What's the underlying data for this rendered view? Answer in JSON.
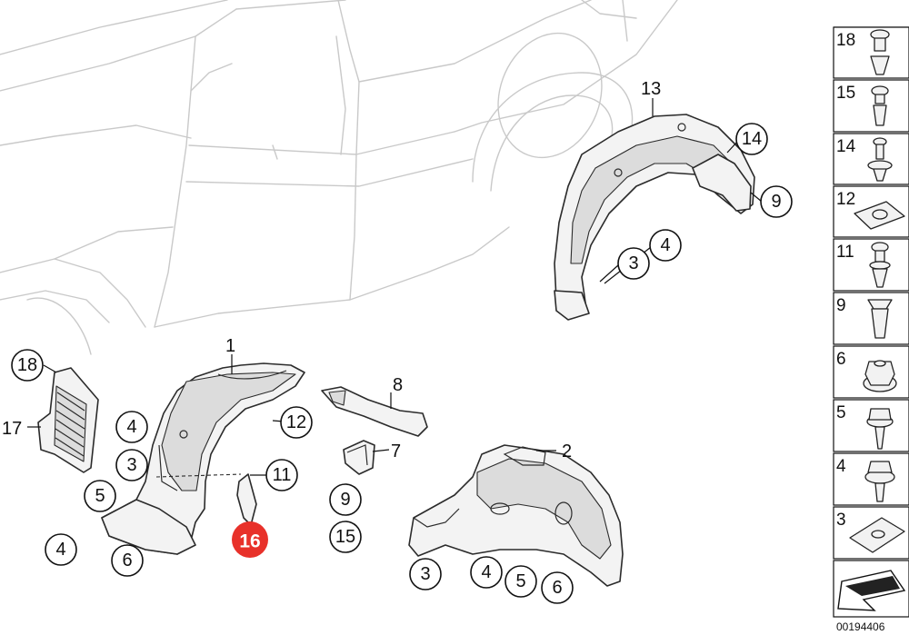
{
  "diagram": {
    "callouts": {
      "c18_left": "18",
      "c17": "17",
      "c4_a": "4",
      "c3_a": "3",
      "c5_a": "5",
      "c6_a": "6",
      "c4_b": "4",
      "c1": "1",
      "c12": "12",
      "c11": "11",
      "c16": "16",
      "c8": "8",
      "c7": "7",
      "c9_a": "9",
      "c15": "15",
      "c2": "2",
      "c3_b": "3",
      "c4_c": "4",
      "c5_b": "5",
      "c6_b": "6",
      "c13": "13",
      "c14": "14",
      "c9_b": "9",
      "c4_d": "4",
      "c3_c": "3"
    },
    "highlight_color": "#e8312a",
    "legend": [
      {
        "number": "18",
        "icon": "push-rivet-icon"
      },
      {
        "number": "15",
        "icon": "screw-icon"
      },
      {
        "number": "14",
        "icon": "expanding-rivet-icon"
      },
      {
        "number": "12",
        "icon": "clip-nut-icon"
      },
      {
        "number": "11",
        "icon": "push-rivet-icon"
      },
      {
        "number": "9",
        "icon": "expanding-nut-icon"
      },
      {
        "number": "6",
        "icon": "hex-nut-icon"
      },
      {
        "number": "5",
        "icon": "self-tapping-screw-icon"
      },
      {
        "number": "4",
        "icon": "hex-flange-screw-icon"
      },
      {
        "number": "3",
        "icon": "spring-nut-icon"
      }
    ],
    "diagram_code": "00194406"
  }
}
